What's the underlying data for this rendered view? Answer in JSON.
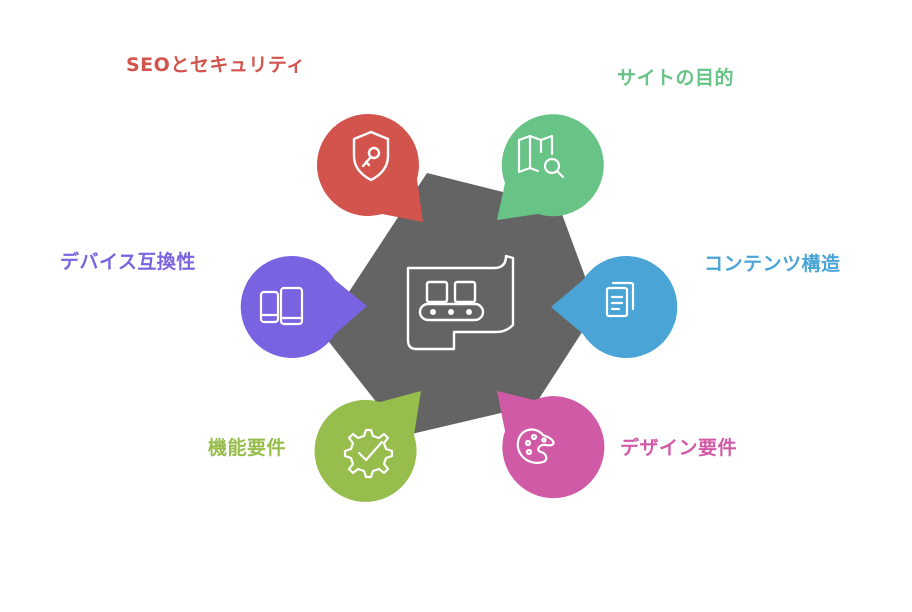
{
  "center": {
    "color": "#646464",
    "icon": "conveyor-belt-icon"
  },
  "petals": [
    {
      "id": "security",
      "label": "SEOとセキュリティ",
      "color": "#D3544D",
      "icon": "shield-key-icon"
    },
    {
      "id": "purpose",
      "label": "サイトの目的",
      "color": "#67C386",
      "icon": "map-search-icon"
    },
    {
      "id": "content",
      "label": "コンテンツ構造",
      "color": "#4AA5D6",
      "icon": "documents-icon"
    },
    {
      "id": "design",
      "label": "デザイン要件",
      "color": "#D05AA6",
      "icon": "palette-icon"
    },
    {
      "id": "function",
      "label": "機能要件",
      "color": "#97BD4C",
      "icon": "gear-check-icon"
    },
    {
      "id": "device",
      "label": "デバイス互換性",
      "color": "#7963E0",
      "icon": "devices-icon"
    }
  ]
}
